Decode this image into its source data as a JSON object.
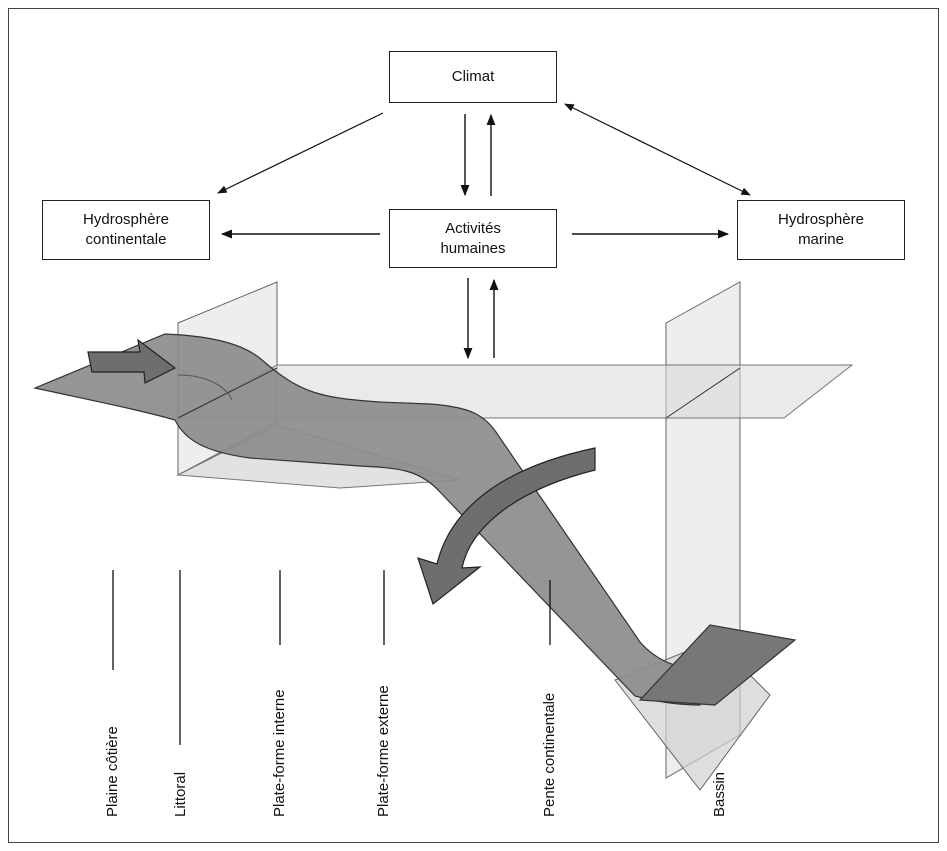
{
  "boxes": {
    "climate": "Climat",
    "continental_hydrosphere": "Hydrosphère\ncontinentale",
    "human_activities": "Activités\nhumaines",
    "marine_hydrosphere": "Hydrosphère\nmarine"
  },
  "zones": [
    "Plaine côtière",
    "Littoral",
    "Plate-forme interne",
    "Plate-forme externe",
    "Pente continentale",
    "Bassin"
  ],
  "colors": {
    "flow_band": "#8c8c8c",
    "flow_band_dark": "#6e6e6e",
    "plane_fill": "#d9d9d9",
    "line": "#222222"
  }
}
